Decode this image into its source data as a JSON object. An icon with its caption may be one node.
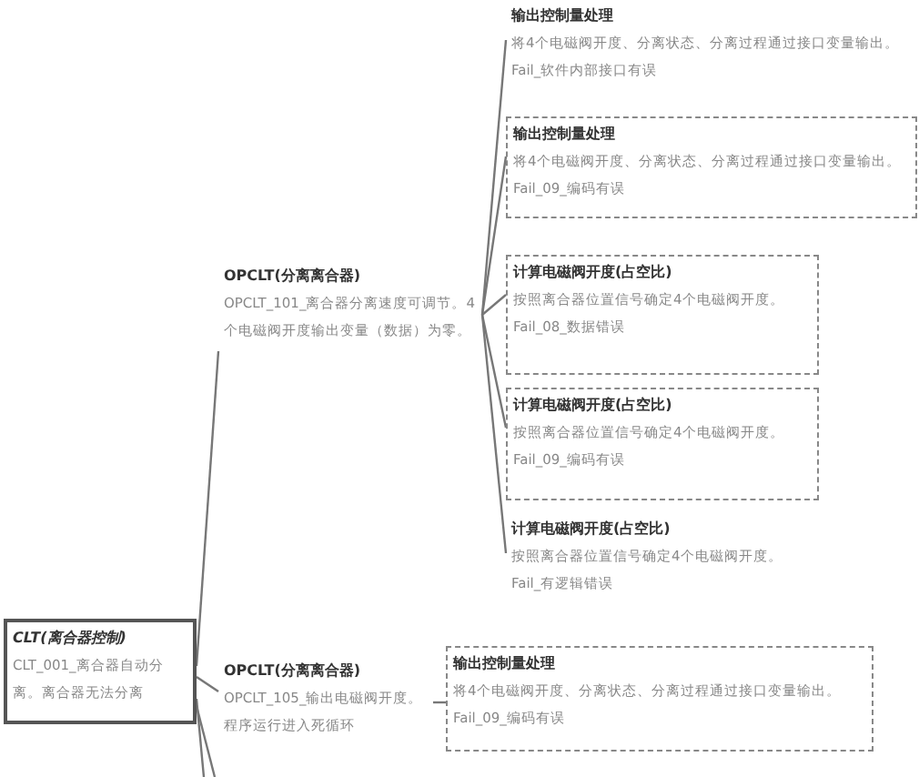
{
  "diagram": {
    "nodes": [
      {
        "text": [
          "CLT(离合器控制)",
          "CLT_001_离合器自动分离。离合器无法分离"
        ]
      },
      {
        "text": [
          "OPCLT(分离离合器)",
          "OPCLT_101_离合器分离速度可调节。4个电磁阀开度输出变量（数据）为零。"
        ]
      },
      {
        "text": [
          "输出控制量处理",
          "将4个电磁阀开度、分离状态、分离过程通过接口变量输出。",
          "Fail_软件内部接口有误"
        ]
      },
      {
        "text": [
          "输出控制量处理",
          "将4个电磁阀开度、分离状态、分离过程通过接口变量输出。",
          "Fail_09_编码有误"
        ]
      },
      {
        "text": [
          "计算电磁阀开度(占空比)",
          "按照离合器位置信号确定4个电磁阀开度。",
          "Fail_08_数据错误"
        ]
      },
      {
        "text": [
          "计算电磁阀开度(占空比)",
          "按照离合器位置信号确定4个电磁阀开度。",
          "Fail_09_编码有误"
        ]
      },
      {
        "text": [
          "计算电磁阀开度(占空比)",
          "按照离合器位置信号确定4个电磁阀开度。",
          "Fail_有逻辑错误"
        ]
      },
      {
        "text": [
          "OPCLT(分离离合器)",
          "OPCLT_105_输出电磁阀开度。程序运行进入死循环"
        ]
      },
      {
        "text": [
          "输出控制量处理",
          "将4个电磁阀开度、分离状态、分离过程通过接口变量输出。",
          "Fail_09_编码有误"
        ]
      }
    ],
    "edges": [
      {
        "from": 0,
        "to": 1,
        "arrow": "none"
      },
      {
        "from": 0,
        "to": 7,
        "arrow": "none"
      },
      {
        "from": 0,
        "to": null,
        "arrow": "none"
      },
      {
        "from": 0,
        "to": null,
        "arrow": "none"
      },
      {
        "from": 1,
        "to": 2,
        "arrow": "none"
      },
      {
        "from": 1,
        "to": 3,
        "arrow": "none"
      },
      {
        "from": 1,
        "to": 4,
        "arrow": "none"
      },
      {
        "from": 1,
        "to": 5,
        "arrow": "none"
      },
      {
        "from": 1,
        "to": 6,
        "arrow": "none"
      },
      {
        "from": 7,
        "to": 8,
        "arrow": "none"
      }
    ]
  }
}
